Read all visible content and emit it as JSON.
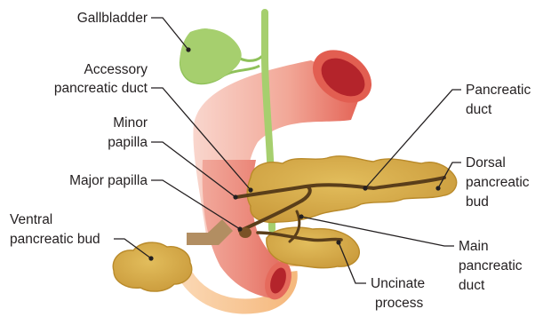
{
  "labels": {
    "gallbladder": "Gallbladder",
    "accessory_duct": [
      "Accessory",
      "pancreatic duct"
    ],
    "minor_papilla": [
      "Minor",
      "papilla"
    ],
    "major_papilla": "Major papilla",
    "ventral_bud": [
      "Ventral",
      "pancreatic bud"
    ],
    "pancreatic_duct": [
      "Pancreatic",
      "duct"
    ],
    "dorsal_bud": [
      "Dorsal",
      "pancreatic",
      "bud"
    ],
    "main_duct": [
      "Main",
      "pancreatic",
      "duct"
    ],
    "uncinate": [
      "Uncinate",
      "process"
    ]
  },
  "colors": {
    "duodenum_light": "#f6c7bd",
    "duodenum_dark": "#e56a5c",
    "duodenum_lumen": "#b4242b",
    "gallbladder": "#a6cf6e",
    "pancreas": "#d4a843",
    "pancreas_edge": "#b98a2a",
    "duct": "#5a3e1a",
    "rotation_arrow": "#f7c79a",
    "bud_stalk": "#b28e62",
    "text": "#231f20"
  }
}
